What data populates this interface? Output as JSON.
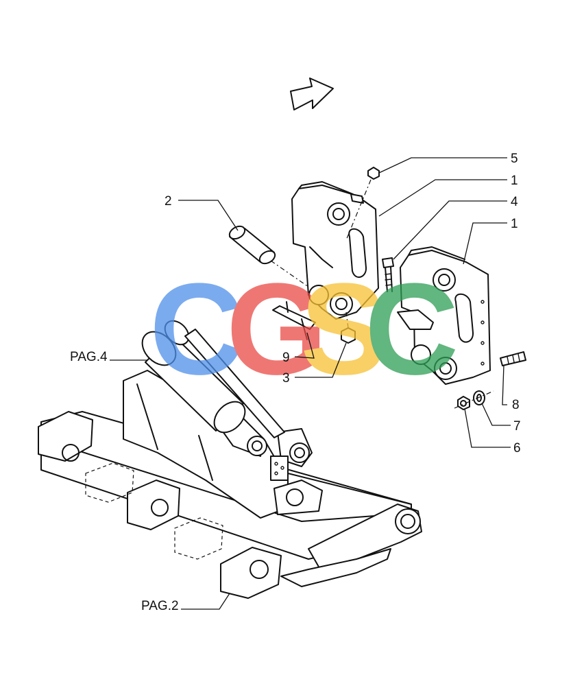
{
  "callouts": {
    "c5": "5",
    "c1a": "1",
    "c4": "4",
    "c1b": "1",
    "c2": "2",
    "c8": "8",
    "c7": "7",
    "c6": "6",
    "c9": "9",
    "c3": "3",
    "pag4": "PAG.4",
    "pag2": "PAG.2"
  },
  "watermark": {
    "letters": [
      "C",
      "G",
      "S",
      "C"
    ],
    "colors": [
      "#4f8fea",
      "#ea4a45",
      "#f7c133",
      "#2e9e55"
    ]
  },
  "icons": {
    "direction": "outline-arrow-icon"
  }
}
